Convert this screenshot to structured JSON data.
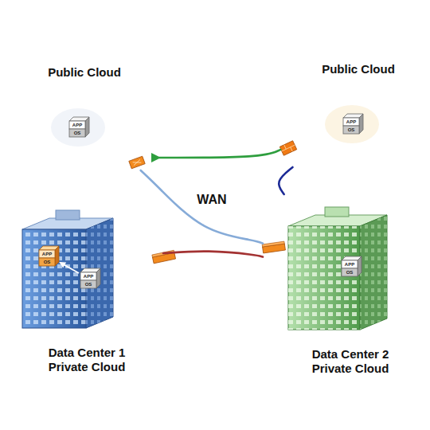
{
  "diagram": {
    "nodes": [
      {
        "text": [
          "Public Cloud"
        ]
      },
      {
        "text": [
          "Public Cloud"
        ]
      },
      {
        "text": [
          "WAN"
        ]
      },
      {
        "text": [
          "Data Center 1 Private Cloud"
        ]
      },
      {
        "text": [
          "Data Center 2 Private Cloud"
        ]
      }
    ],
    "edges": [
      {
        "from": 1,
        "to": 0,
        "arrow": "to"
      },
      {
        "from": 0,
        "to": 4,
        "arrow": "none"
      },
      {
        "from": 1,
        "to": 4,
        "arrow": "none"
      },
      {
        "from": 3,
        "to": 4,
        "arrow": "none"
      }
    ],
    "labels": [
      "APP",
      "OS",
      "APP",
      "OS",
      "APP",
      "OS",
      "APP",
      "OS",
      "APP",
      "OS"
    ]
  }
}
